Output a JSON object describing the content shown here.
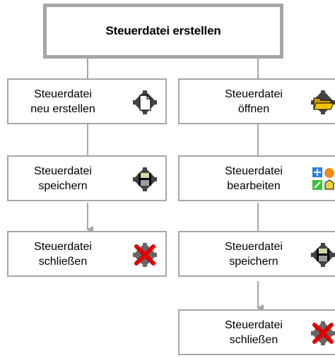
{
  "title": "Steuerdatei erstellen",
  "left": [
    {
      "line1": "Steuerdatei",
      "line2": "neu erstellen",
      "icon": "new-file-icon"
    },
    {
      "line1": "Steuerdatei",
      "line2": "speichern",
      "icon": "save-icon"
    },
    {
      "line1": "Steuerdatei",
      "line2": "schließen",
      "icon": "close-icon"
    }
  ],
  "right": [
    {
      "line1": "Steuerdatei",
      "line2": "öffnen",
      "icon": "open-folder-icon"
    },
    {
      "line1": "Steuerdatei",
      "line2": "bearbeiten",
      "icon": "edit-tools-icon"
    },
    {
      "line1": "Steuerdatei",
      "line2": "speichern",
      "icon": "save-icon"
    },
    {
      "line1": "Steuerdatei",
      "line2": "schließen",
      "icon": "close-icon"
    }
  ],
  "colors": {
    "border": "#a6a6a6",
    "arrow": "#a6a6a6",
    "close_x": "#e00000",
    "folder": "#f5c400"
  }
}
